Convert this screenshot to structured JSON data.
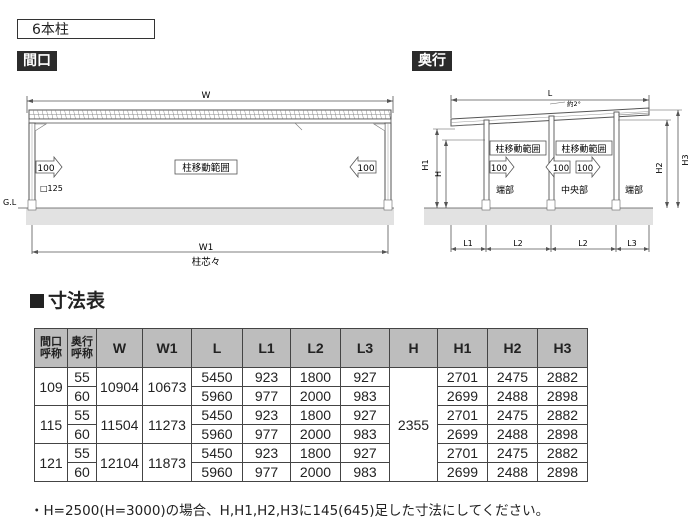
{
  "header": {
    "pillar_label": "6本柱",
    "frontage_tag": "間口",
    "depth_tag": "奥行"
  },
  "front_diagram": {
    "w_label": "W",
    "w1_label": "W1",
    "w1_caption": "柱芯々",
    "gl_label": "G.L",
    "move_range_label": "柱移動範囲",
    "arrow_value": "100",
    "post_size": "□125"
  },
  "side_diagram": {
    "l_label": "L",
    "slope_label": "約2°",
    "h1_label": "H1",
    "h_label": "H",
    "h2_label": "H2",
    "h3_label": "H3",
    "move_range_label": "柱移動範囲",
    "arrow_value": "100",
    "end_label": "端部",
    "center_label": "中央部",
    "l1_label": "L1",
    "l2_label": "L2",
    "l3_label": "L3"
  },
  "section_title": "寸法表",
  "table": {
    "headers": [
      "間口\n呼称",
      "奥行\n呼称",
      "W",
      "W1",
      "L",
      "L1",
      "L2",
      "L3",
      "H",
      "H1",
      "H2",
      "H3"
    ],
    "h_value": "2355",
    "groups": [
      {
        "frontage": "109",
        "w": "10904",
        "w1": "10673",
        "rows": [
          {
            "depth": "55",
            "l": "5450",
            "l1": "923",
            "l2": "1800",
            "l3": "927",
            "h1": "2701",
            "h2": "2475",
            "h3": "2882"
          },
          {
            "depth": "60",
            "l": "5960",
            "l1": "977",
            "l2": "2000",
            "l3": "983",
            "h1": "2699",
            "h2": "2488",
            "h3": "2898"
          }
        ]
      },
      {
        "frontage": "115",
        "w": "11504",
        "w1": "11273",
        "rows": [
          {
            "depth": "55",
            "l": "5450",
            "l1": "923",
            "l2": "1800",
            "l3": "927",
            "h1": "2701",
            "h2": "2475",
            "h3": "2882"
          },
          {
            "depth": "60",
            "l": "5960",
            "l1": "977",
            "l2": "2000",
            "l3": "983",
            "h1": "2699",
            "h2": "2488",
            "h3": "2898"
          }
        ]
      },
      {
        "frontage": "121",
        "w": "12104",
        "w1": "11873",
        "rows": [
          {
            "depth": "55",
            "l": "5450",
            "l1": "923",
            "l2": "1800",
            "l3": "927",
            "h1": "2701",
            "h2": "2475",
            "h3": "2882"
          },
          {
            "depth": "60",
            "l": "5960",
            "l1": "977",
            "l2": "2000",
            "l3": "983",
            "h1": "2699",
            "h2": "2488",
            "h3": "2898"
          }
        ]
      }
    ]
  },
  "footnote": "・H=2500(H=3000)の場合、H,H1,H2,H3に145(645)足した寸法にしてください。"
}
